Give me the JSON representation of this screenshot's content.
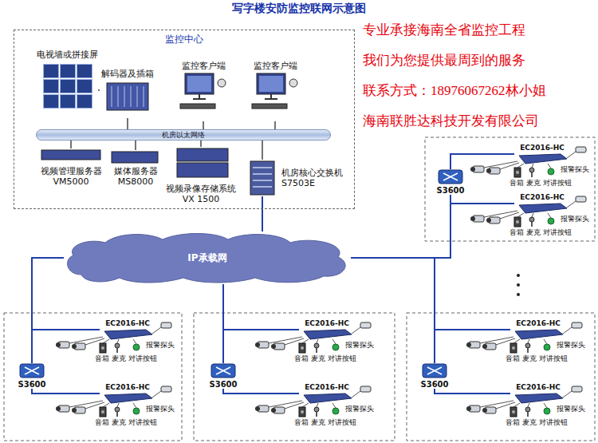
{
  "diagram": {
    "title": "写字楼安防监控联网示意图",
    "nodes": [
      {
        "text": [
          "监控中心"
        ]
      },
      {
        "text": [
          "机房以太网络"
        ],
        "in": 0
      },
      {
        "text": [
          "电视墙或拼接屏"
        ],
        "in": 0
      },
      {
        "text": [
          "解码器及插箱"
        ],
        "in": 0
      },
      {
        "text": [
          "监控客户端"
        ],
        "in": 0
      },
      {
        "text": [
          "监控客户端"
        ],
        "in": 0
      },
      {
        "text": [
          "视频管理服务器 VM5000"
        ],
        "in": 0
      },
      {
        "text": [
          "媒体服务器 MS8000"
        ],
        "in": 0
      },
      {
        "text": [
          "视频录像存储系统 VX 1500"
        ],
        "in": 0
      },
      {
        "text": [
          "机房核心交换机 S7503E"
        ],
        "in": 0
      },
      {
        "text": [
          "IP承载网"
        ]
      },
      {
        "text": [
          "S3600"
        ]
      },
      {
        "text": [
          "EC2016-HC"
        ]
      },
      {
        "text": [
          "EC2016-HC"
        ]
      },
      {
        "text": [
          "S3600"
        ]
      },
      {
        "text": [
          "EC2016-HC"
        ]
      },
      {
        "text": [
          "EC2016-HC"
        ]
      },
      {
        "text": [
          "S3600"
        ]
      },
      {
        "text": [
          "EC2016-HC"
        ]
      },
      {
        "text": [
          "EC2016-HC"
        ]
      },
      {
        "text": [
          "S3600"
        ]
      },
      {
        "text": [
          "EC2016-HC"
        ]
      },
      {
        "text": [
          "EC2016-HC"
        ]
      }
    ],
    "edges": [
      {
        "from": 2,
        "to": 3,
        "arrow": "none"
      },
      {
        "from": 3,
        "to": 1,
        "arrow": "none"
      },
      {
        "from": 4,
        "to": 1,
        "arrow": "none"
      },
      {
        "from": 5,
        "to": 1,
        "arrow": "none"
      },
      {
        "from": 1,
        "to": 6,
        "arrow": "none"
      },
      {
        "from": 1,
        "to": 7,
        "arrow": "none"
      },
      {
        "from": 1,
        "to": 8,
        "arrow": "none"
      },
      {
        "from": 1,
        "to": 9,
        "arrow": "none"
      },
      {
        "from": 9,
        "to": 10,
        "arrow": "none"
      },
      {
        "from": 10,
        "to": 11,
        "arrow": "none"
      },
      {
        "from": 11,
        "to": 12,
        "arrow": "none"
      },
      {
        "from": 11,
        "to": 13,
        "arrow": "none"
      },
      {
        "from": 10,
        "to": 14,
        "arrow": "none"
      },
      {
        "from": 14,
        "to": 15,
        "arrow": "none"
      },
      {
        "from": 14,
        "to": 16,
        "arrow": "none"
      },
      {
        "from": 10,
        "to": 17,
        "arrow": "none"
      },
      {
        "from": 17,
        "to": 18,
        "arrow": "none"
      },
      {
        "from": 17,
        "to": 19,
        "arrow": "none"
      },
      {
        "from": 10,
        "to": 20,
        "arrow": "none"
      },
      {
        "from": 20,
        "to": 21,
        "arrow": "none"
      },
      {
        "from": 20,
        "to": 22,
        "arrow": "none"
      }
    ],
    "labels": [
      "专业承接海南全省监控工程",
      "我们为您提供最周到的服务",
      "联系方式：18976067262林小姐",
      "海南联胜达科技开发有限公司",
      "报警探头",
      "对讲按钮",
      "音箱",
      "麦克",
      "报警探头",
      "对讲按钮",
      "音箱",
      "麦克",
      "报警探头",
      "对讲按钮",
      "音箱",
      "麦克",
      "报警探头",
      "对讲按钮",
      "音箱",
      "麦克",
      "报警探头",
      "对讲按钮",
      "音箱",
      "麦克",
      "报警探头",
      "对讲按钮",
      "音箱",
      "麦克",
      "报警探头",
      "对讲按钮",
      "音箱",
      "麦克",
      "报警探头",
      "对讲按钮",
      "音箱",
      "麦克"
    ]
  }
}
